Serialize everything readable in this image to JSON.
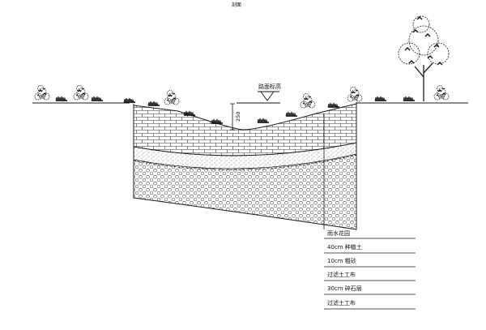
{
  "top_title": "剖面",
  "surface_label": "路面标高",
  "depth_dimension": "250",
  "legend": {
    "title": "雨水花园",
    "rows": [
      {
        "label": "40cm  种植土"
      },
      {
        "label": "10cm  粗砂"
      },
      {
        "label": "过滤土工布"
      },
      {
        "label": "30cm  碎石层"
      },
      {
        "label": "过滤土工布"
      }
    ]
  },
  "colors": {
    "line": "#1a1a1a",
    "paper": "#ffffff"
  }
}
